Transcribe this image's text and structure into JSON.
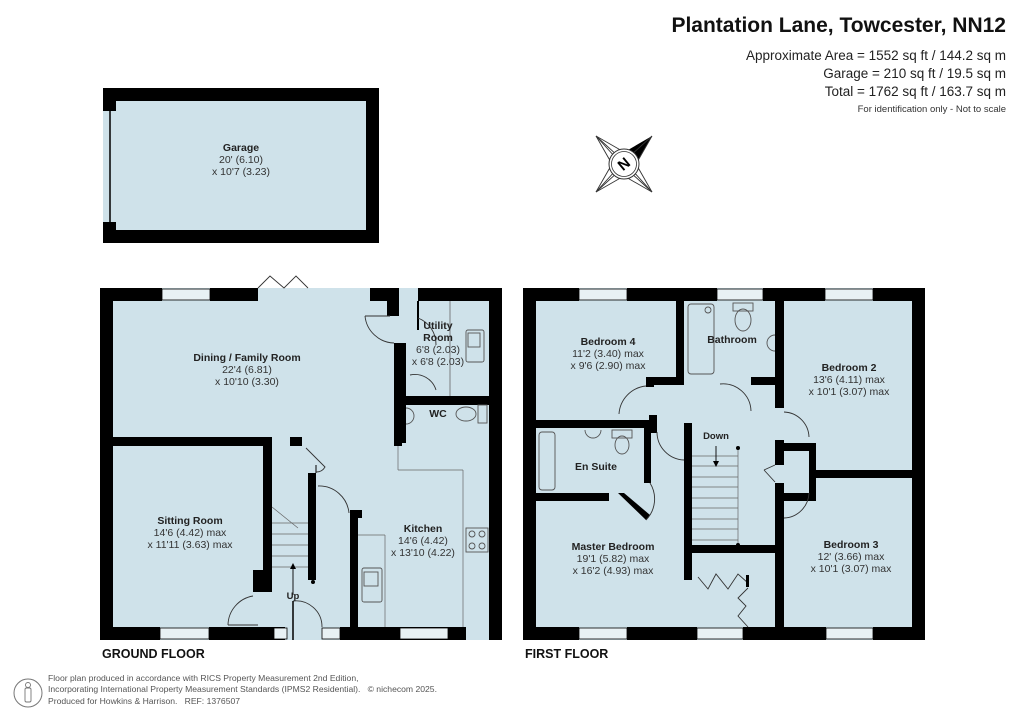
{
  "header": {
    "title": "Plantation Lane, Towcester, NN12",
    "approximate_area": "Approximate Area = 1552 sq ft / 144.2 sq m",
    "garage_area": "Garage = 210 sq ft / 19.5 sq m",
    "total_area": "Total = 1762 sq ft / 163.7 sq m",
    "disclaimer": "For identification only - Not to scale"
  },
  "compass": {
    "icon": "north-arrow-compass",
    "label": "N"
  },
  "colors": {
    "floor_fill": "#cfe2ea",
    "wall": "#000000",
    "window_fill": "#e8f1f4",
    "fixture_line": "#555555"
  },
  "garage": {
    "name": "Garage",
    "dim1": "20' (6.10)",
    "dim2": "x 10'7 (3.23)"
  },
  "ground_floor": {
    "label": "GROUND FLOOR",
    "rooms": [
      {
        "name": "Dining / Family Room",
        "dim1": "22'4 (6.81)",
        "dim2": "x 10'10 (3.30)"
      },
      {
        "name": "Utility",
        "name2": "Room",
        "dim1": "6'8 (2.03)",
        "dim2": "x 6'8 (2.03)"
      },
      {
        "name": "WC"
      },
      {
        "name": "Sitting Room",
        "dim1": "14'6 (4.42) max",
        "dim2": "x 11'11 (3.63) max"
      },
      {
        "name": "Kitchen",
        "dim1": "14'6 (4.42)",
        "dim2": "x 13'10 (4.22)"
      }
    ],
    "stairs_label": "Up"
  },
  "first_floor": {
    "label": "FIRST FLOOR",
    "rooms": [
      {
        "name": "Bedroom 4",
        "dim1": "11'2 (3.40) max",
        "dim2": "x 9'6 (2.90) max"
      },
      {
        "name": "Bathroom"
      },
      {
        "name": "Bedroom 2",
        "dim1": "13'6 (4.11) max",
        "dim2": "x 10'1 (3.07) max"
      },
      {
        "name": "En Suite"
      },
      {
        "name": "Master Bedroom",
        "dim1": "19'1 (5.82) max",
        "dim2": "x 16'2 (4.93) max"
      },
      {
        "name": "Bedroom 3",
        "dim1": "12' (3.66) max",
        "dim2": "x 10'1 (3.07) max"
      }
    ],
    "stairs_label": "Down"
  },
  "footer": {
    "line1": "Floor plan produced in accordance with RICS Property Measurement 2nd Edition,",
    "line2": "Incorporating International Property Measurement Standards (IPMS2 Residential).",
    "copyright": "© nichecom 2025.",
    "line3": "Produced for Howkins & Harrison.",
    "ref": "REF: 1376507"
  }
}
